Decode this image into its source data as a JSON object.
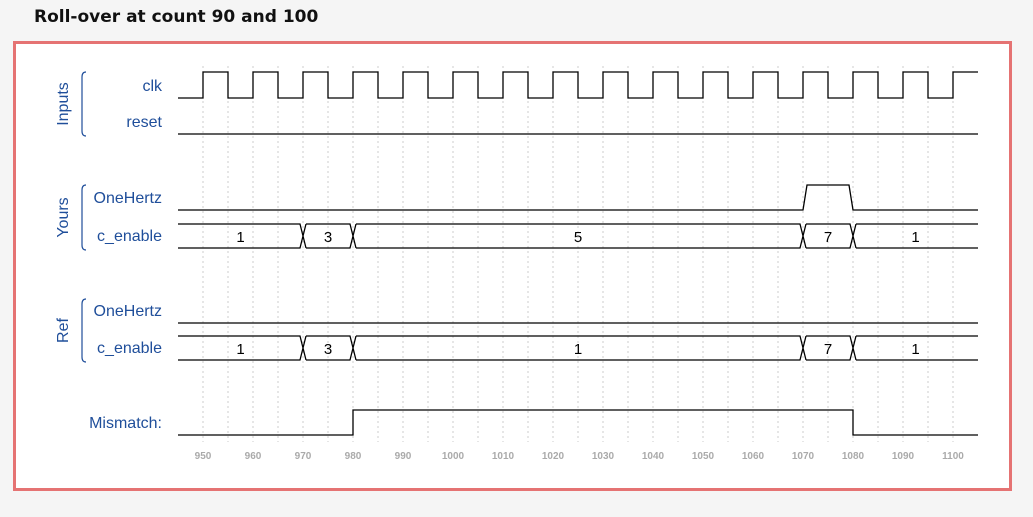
{
  "title": "Roll-over at count 90 and 100",
  "colors": {
    "label": "#1f4e9a",
    "wire": "#000000",
    "grid": "#cccccc",
    "tick": "#aaaaaa",
    "frame": "#e57373"
  },
  "groups": [
    {
      "name": "Inputs"
    },
    {
      "name": "Yours"
    },
    {
      "name": "Ref"
    }
  ],
  "signals": {
    "clk": {
      "label": "clk",
      "first_edge": 950,
      "period": 10,
      "end": 1105
    },
    "reset": {
      "label": "reset"
    },
    "yours_onehertz": {
      "label": "OneHertz",
      "pulses": [
        [
          1070,
          1080
        ]
      ]
    },
    "yours_c_enable": {
      "label": "c_enable",
      "segments": [
        {
          "from": 945,
          "to": 970,
          "value": "1"
        },
        {
          "from": 970,
          "to": 980,
          "value": "3"
        },
        {
          "from": 980,
          "to": 1070,
          "value": "5"
        },
        {
          "from": 1070,
          "to": 1080,
          "value": "7"
        },
        {
          "from": 1080,
          "to": 1105,
          "value": "1"
        }
      ]
    },
    "ref_onehertz": {
      "label": "OneHertz",
      "pulses": []
    },
    "ref_c_enable": {
      "label": "c_enable",
      "segments": [
        {
          "from": 945,
          "to": 970,
          "value": "1"
        },
        {
          "from": 970,
          "to": 980,
          "value": "3"
        },
        {
          "from": 980,
          "to": 1070,
          "value": "1"
        },
        {
          "from": 1070,
          "to": 1080,
          "value": "7"
        },
        {
          "from": 1080,
          "to": 1105,
          "value": "1"
        }
      ]
    },
    "mismatch": {
      "label": "Mismatch:",
      "pulses": [
        [
          980,
          1080
        ]
      ]
    }
  },
  "time_axis": {
    "start": 945,
    "end": 1105,
    "ticks": [
      950,
      960,
      970,
      980,
      990,
      1000,
      1010,
      1020,
      1030,
      1040,
      1050,
      1060,
      1070,
      1080,
      1090,
      1100
    ]
  }
}
